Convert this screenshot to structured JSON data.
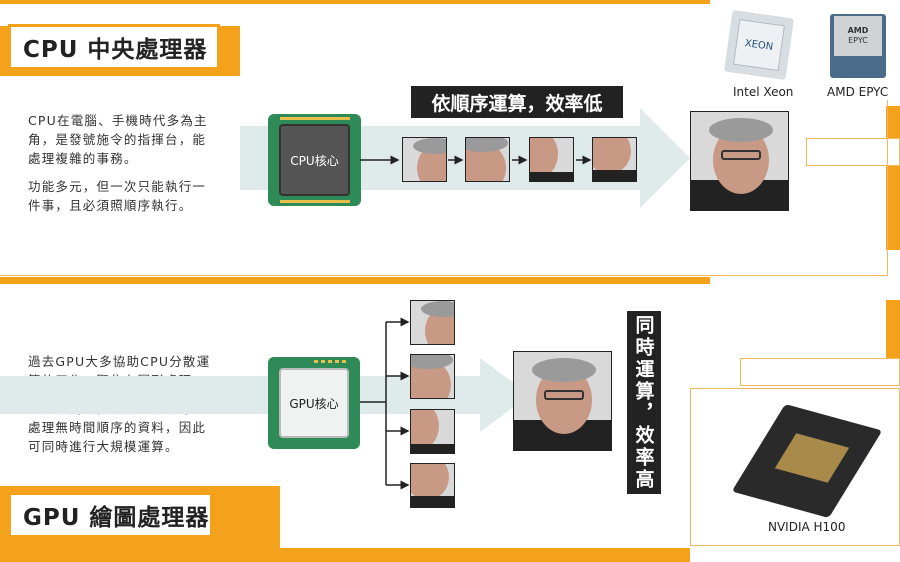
{
  "cpu_section": {
    "title": "CPU 中央處理器",
    "desc_lines_1": [
      "CPU在電腦、手機時代多為主",
      "角，是發號施令的指揮台，能",
      "處理複雜的事務。"
    ],
    "desc_lines_2": [
      "功能多元，但一次只能執行一",
      "件事，且必須照順序執行。"
    ],
    "core_label": "CPU核心",
    "banner": "依順序運算，效率低"
  },
  "gpu_section": {
    "title": "GPU 繪圖處理器",
    "desc_lines_1": [
      "過去GPU大多協助CPU分散運",
      "算的工作，聚焦在圖形處理。"
    ],
    "desc_lines_2": [
      "功能較簡單，設計之初即專門",
      "處理無時間順序的資料，因此",
      "可同時進行大規模運算。"
    ],
    "core_label": "GPU核心",
    "banner": "同時運算，效率高"
  },
  "products": {
    "intel_label": "Intel Xeon",
    "intel_chip_text": "XEON",
    "amd_label": "AMD EPYC",
    "amd_chip_text": "AMD",
    "amd_chip_sub": "EPYC",
    "nvidia_label": "NVIDIA H100"
  },
  "colors": {
    "accent": "#f4a21c",
    "chip_green": "#2e8a56",
    "band": "#dfeaea"
  }
}
